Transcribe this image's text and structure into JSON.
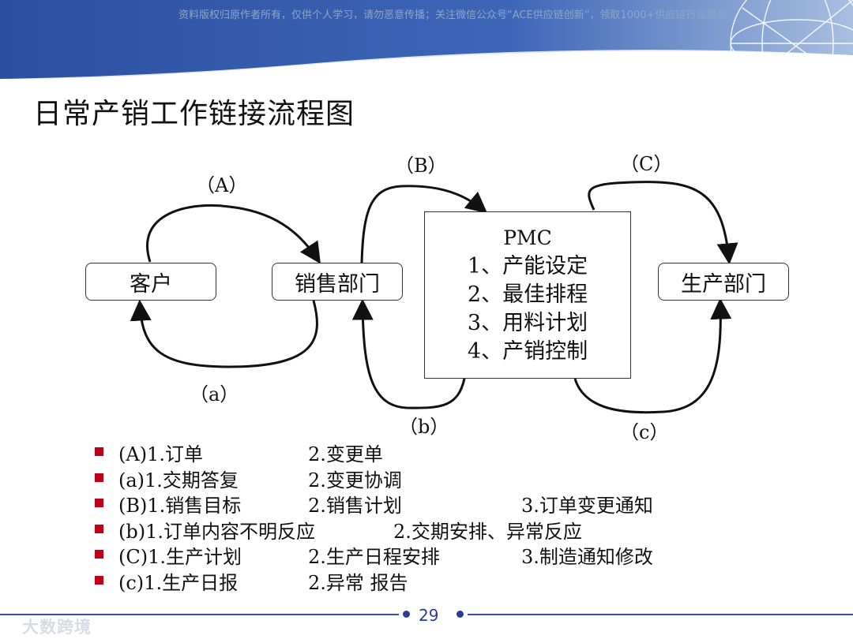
{
  "watermark": "资料版权归原作者所有，仅供个人学习，请勿恶意传播；关注微信公众号“ACE供应链创新”，领取1000+供应链行业报告",
  "title": "日常产销工作链接流程图",
  "nodes": {
    "customer": "客户",
    "sales": "销售部门",
    "production": "生产部门",
    "pmc": {
      "title": "PMC",
      "items": [
        "1、产能设定",
        "2、最佳排程",
        "3、用料计划",
        "4、产销控制"
      ]
    }
  },
  "flow_labels": {
    "A": "（A）",
    "a": "（a）",
    "B": "（B）",
    "b": "（b）",
    "C": "（C）",
    "c": "（c）"
  },
  "legend": [
    {
      "key": "(A)1.订单",
      "items": [
        "2.变更单"
      ]
    },
    {
      "key": "(a)1.交期答复",
      "items": [
        "2.变更协调"
      ]
    },
    {
      "key": "(B)1.销售目标",
      "items": [
        "2.销售计划",
        "3.订单变更通知"
      ]
    },
    {
      "key": "(b)1.订单内容不明反应",
      "items": [
        "2.交期安排、异常反应"
      ]
    },
    {
      "key": "(C)1.生产计划",
      "items": [
        "2.生产日程安排",
        "3.制造通知修改"
      ]
    },
    {
      "key": "(c)1.生产日报",
      "items": [
        "2.异常 报告"
      ]
    }
  ],
  "footer": {
    "page_number": "29",
    "logo_text": "大数跨境"
  },
  "colors": {
    "bullet": "#c0001a",
    "footer_accent": "#2a3d96",
    "header_blue": "#1f3f8f"
  }
}
